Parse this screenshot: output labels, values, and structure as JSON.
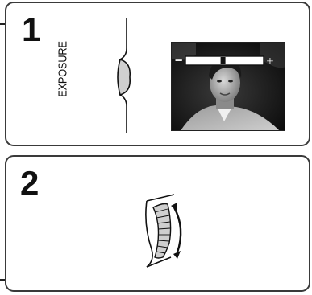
{
  "step1": {
    "number": "1",
    "dial_label": "EXPOSURE",
    "meter": {
      "minus": "−",
      "plus": "+",
      "level": 0.48
    }
  },
  "step2": {
    "number": "2"
  },
  "colors": {
    "border": "#3a3a3a",
    "ink": "#111111",
    "dial_fill": "#cfcfcf"
  }
}
